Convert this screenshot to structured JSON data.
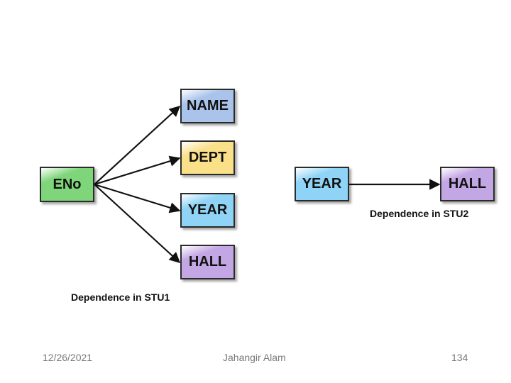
{
  "diagram1": {
    "source": {
      "label": "ENo",
      "color": "#7ed57a"
    },
    "targets": [
      {
        "label": "NAME",
        "color": "#a9c3ea"
      },
      {
        "label": "DEPT",
        "color": "#fbe08a"
      },
      {
        "label": "YEAR",
        "color": "#8fd4f7"
      },
      {
        "label": "HALL",
        "color": "#c3a6e4"
      }
    ],
    "caption": "Dependence in STU1"
  },
  "diagram2": {
    "source": {
      "label": "YEAR",
      "color": "#8fd4f7"
    },
    "target": {
      "label": "HALL",
      "color": "#c3a6e4"
    },
    "caption": "Dependence in STU2"
  },
  "footer": {
    "date": "12/26/2021",
    "author": "Jahangir Alam",
    "page": "134"
  }
}
